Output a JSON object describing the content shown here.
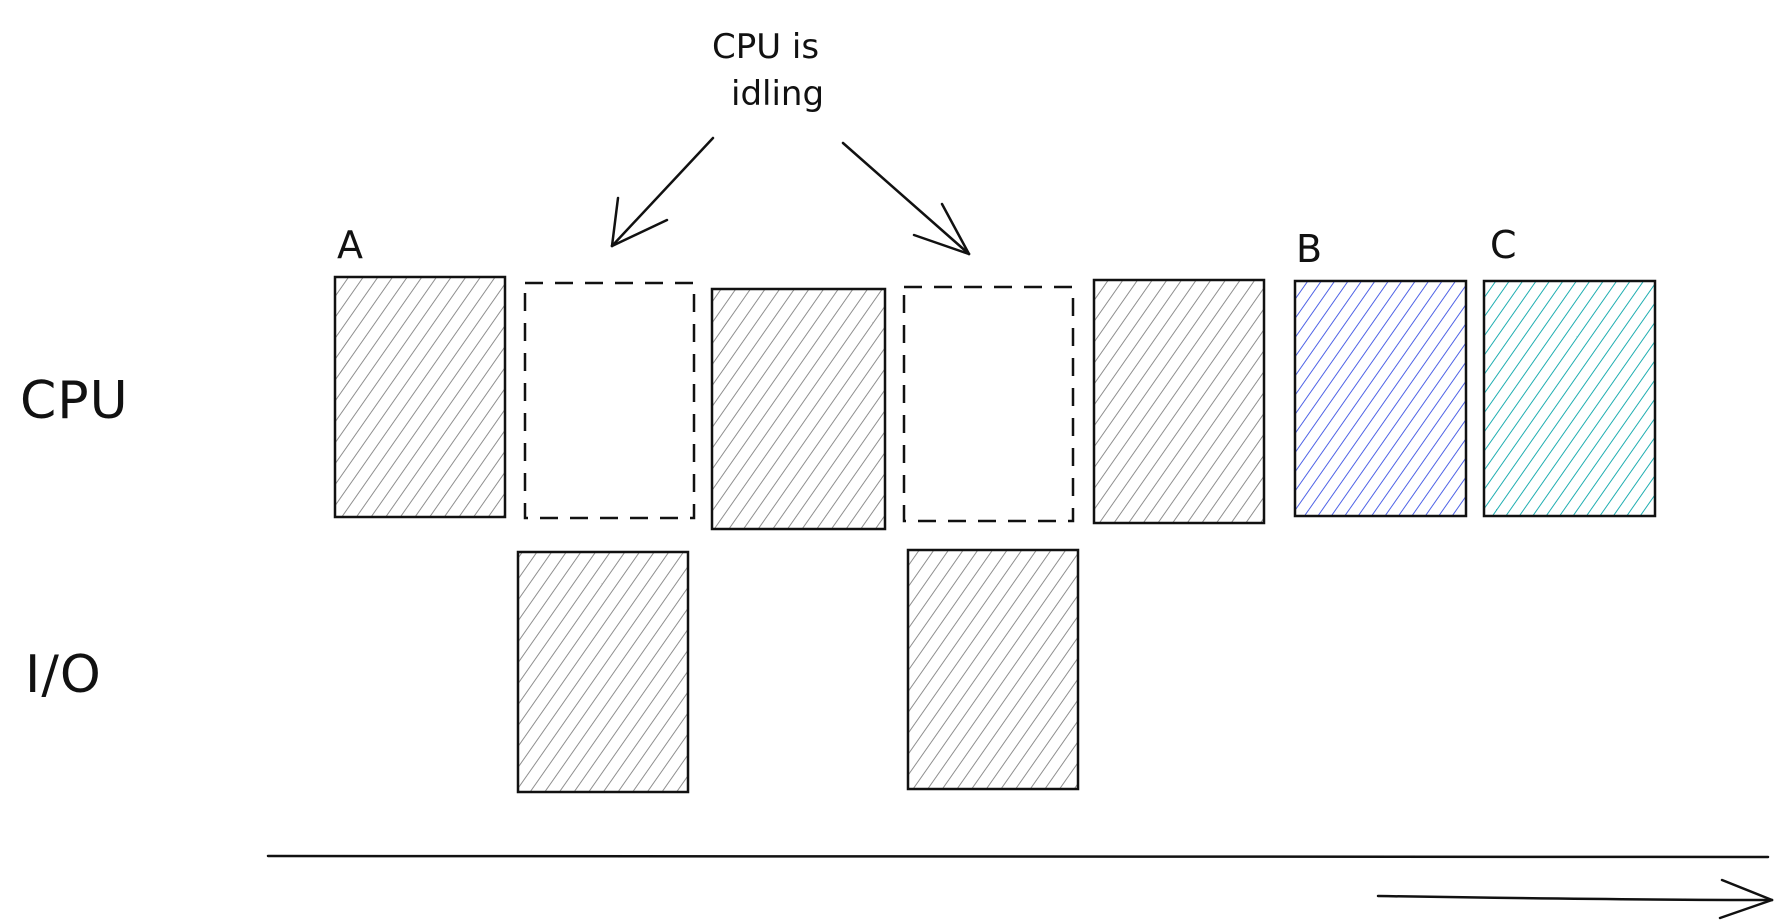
{
  "rows": {
    "cpu": "CPU",
    "io": "I/O"
  },
  "callout": {
    "line1": "CPU is",
    "line2": "idling"
  },
  "box_labels": {
    "a": "A",
    "b": "B",
    "c": "C"
  },
  "colors": {
    "ink": "#111111",
    "gray_hatch": "#8f8f8f",
    "blue_hatch": "#4f63e6",
    "teal_hatch": "#20aeb1",
    "background": "#ffffff"
  },
  "icons": {
    "timeline_arrow": "arrow-right-icon",
    "callout_arrows": "arrow-down-icon"
  }
}
